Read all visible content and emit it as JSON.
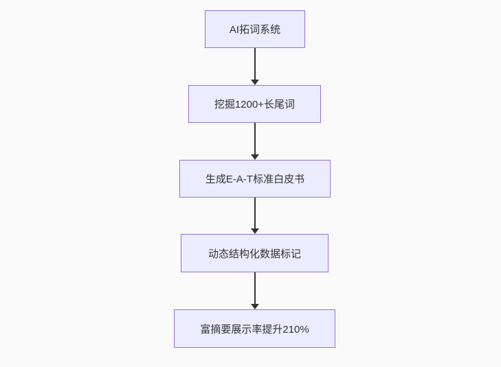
{
  "diagram": {
    "type": "flowchart",
    "direction": "top-down",
    "colors": {
      "background": "#fafafa",
      "node_fill": "#ececff",
      "node_border": "#9370db",
      "arrow": "#333333",
      "text": "#333333"
    },
    "nodes": [
      {
        "id": "n1",
        "label": "AI拓词系统"
      },
      {
        "id": "n2",
        "label": "挖掘1200+长尾词"
      },
      {
        "id": "n3",
        "label": "生成E-A-T标准白皮书"
      },
      {
        "id": "n4",
        "label": "动态结构化数据标记"
      },
      {
        "id": "n5",
        "label": "富摘要展示率提升210%"
      }
    ],
    "edges": [
      {
        "from": "n1",
        "to": "n2"
      },
      {
        "from": "n2",
        "to": "n3"
      },
      {
        "from": "n3",
        "to": "n4"
      },
      {
        "from": "n4",
        "to": "n5"
      }
    ]
  }
}
